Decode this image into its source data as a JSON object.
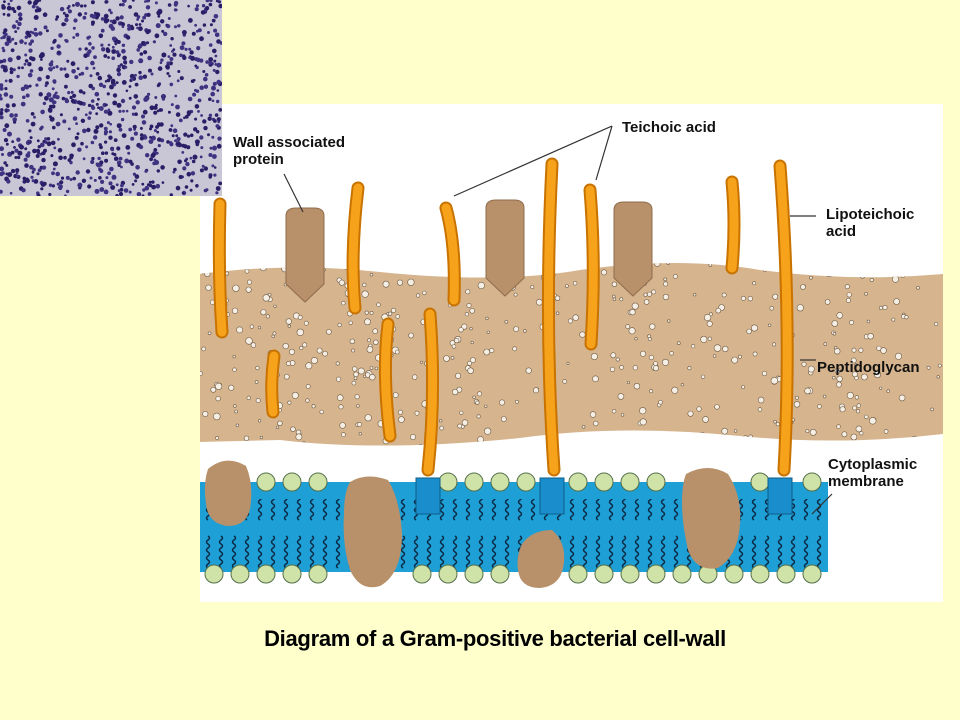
{
  "labels": {
    "wall_protein": "Wall associated\nprotein",
    "teichoic": "Teichoic acid",
    "lipoteichoic": "Lipoteichoic\nacid",
    "peptidoglycan": "Peptidoglycan",
    "membrane": "Cytoplasmic\nmembrane"
  },
  "caption": "Diagram of a Gram-positive bacterial cell-wall",
  "colors": {
    "background": "#ffffcc",
    "peptidoglycan": "#d6b58e",
    "membrane": "#1e9fd6",
    "acid_chain": "#f7a21b",
    "protein": "#b8916b",
    "lipid_head": "#cfe3a8"
  }
}
